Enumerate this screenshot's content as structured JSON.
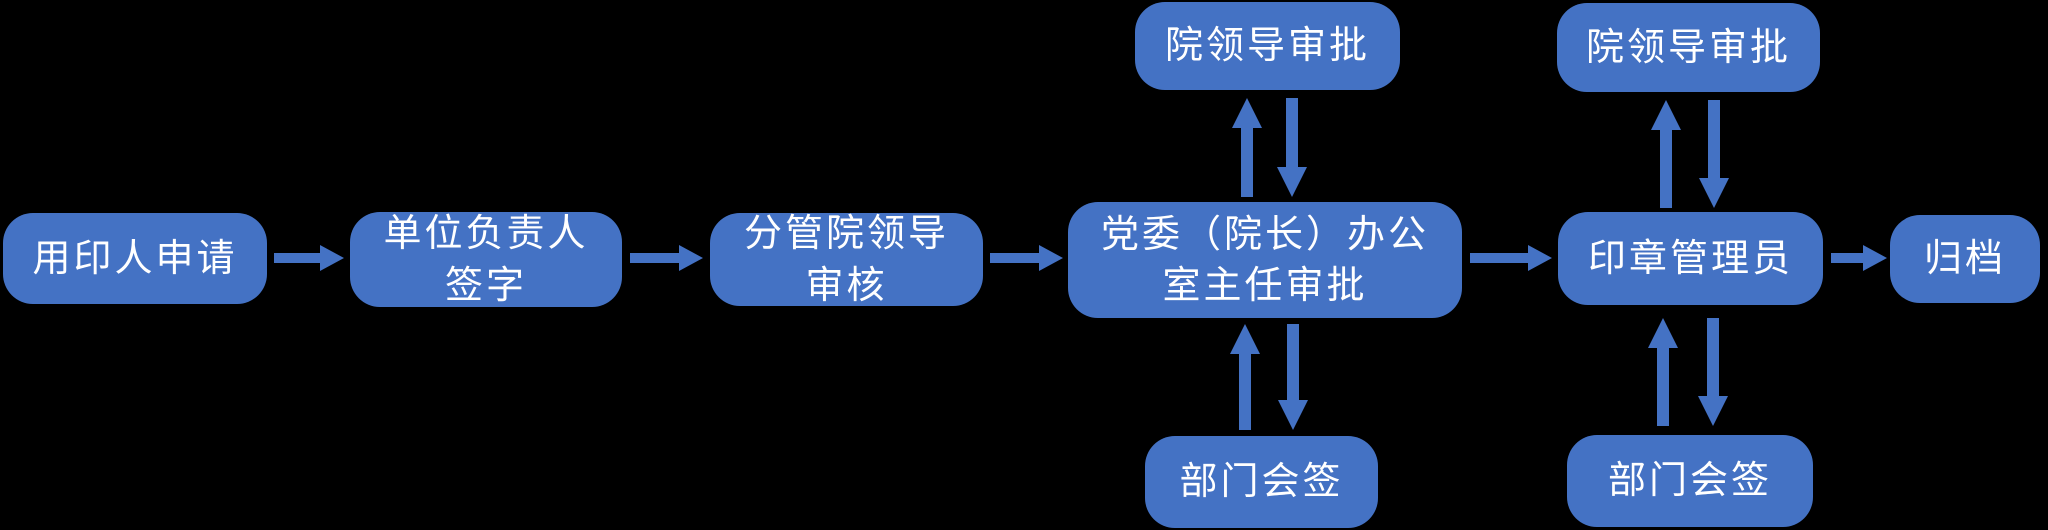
{
  "colors": {
    "background": "#000000",
    "node_fill": "#4472C4",
    "arrow": "#4472C4",
    "text": "#FFFFFF"
  },
  "nodes": {
    "applicant": {
      "label": "用印人申请"
    },
    "unit_leader_sign": {
      "label": "单位负责人\n签字"
    },
    "deputy_leader_review": {
      "label": "分管院领导\n审核"
    },
    "office_director_approval": {
      "label": "党委（院长）办公\n室主任审批"
    },
    "seal_admin": {
      "label": "印章管理员"
    },
    "archive": {
      "label": "归档"
    },
    "leader_approval_top_1": {
      "label": "院领导审批"
    },
    "leader_approval_top_2": {
      "label": "院领导审批"
    },
    "dept_countersign_1": {
      "label": "部门会签"
    },
    "dept_countersign_2": {
      "label": "部门会签"
    }
  },
  "edges": [
    {
      "from": "applicant",
      "to": "unit_leader_sign",
      "type": "right"
    },
    {
      "from": "unit_leader_sign",
      "to": "deputy_leader_review",
      "type": "right"
    },
    {
      "from": "deputy_leader_review",
      "to": "office_director_approval",
      "type": "right"
    },
    {
      "from": "office_director_approval",
      "to": "seal_admin",
      "type": "right"
    },
    {
      "from": "seal_admin",
      "to": "archive",
      "type": "right"
    },
    {
      "from": "office_director_approval",
      "to": "leader_approval_top_1",
      "type": "up"
    },
    {
      "from": "leader_approval_top_1",
      "to": "office_director_approval",
      "type": "down"
    },
    {
      "from": "office_director_approval",
      "to": "dept_countersign_1",
      "type": "down"
    },
    {
      "from": "dept_countersign_1",
      "to": "office_director_approval",
      "type": "up"
    },
    {
      "from": "seal_admin",
      "to": "leader_approval_top_2",
      "type": "up"
    },
    {
      "from": "leader_approval_top_2",
      "to": "seal_admin",
      "type": "down"
    },
    {
      "from": "seal_admin",
      "to": "dept_countersign_2",
      "type": "down"
    },
    {
      "from": "dept_countersign_2",
      "to": "seal_admin",
      "type": "up"
    }
  ]
}
